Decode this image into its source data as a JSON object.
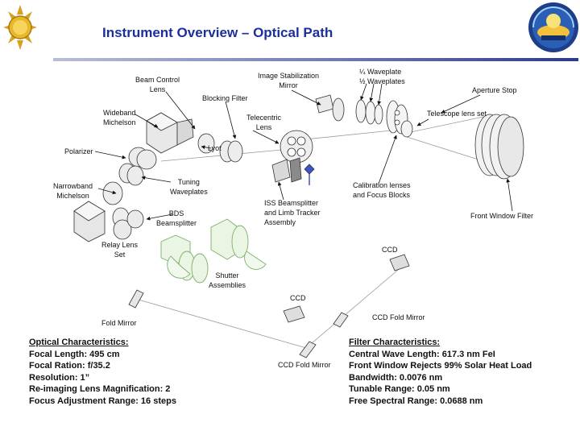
{
  "slide": {
    "title": "Instrument Overview – Optical Path"
  },
  "logos": {
    "left": {
      "icon": "nso-sun-emblem-icon",
      "color": "#d6a21c"
    },
    "right": {
      "icon": "solar-dynamics-observatory-emblem-icon",
      "color": "#1d3f8a"
    }
  },
  "labels": {
    "beam_control_lens": "Beam Control\nLens",
    "image_stabilization_mirror": "Image Stabilization\nMirror",
    "waveplates": "¼ Waveplate\n½ Waveplates",
    "aperture_stop": "Aperture Stop",
    "blocking_filter": "Blocking Filter",
    "wideband_michelson": "Wideband\nMichelson",
    "telecentric_lens": "Telecentric\nLens",
    "telescope_lens_set": "Telescope lens set",
    "lyot": "Lyot",
    "polarizer": "Polarizer",
    "tuning_waveplates": "Tuning\nWaveplates",
    "narrowband_michelson": "Narrowband\nMichelson",
    "calibration_lenses": "Calibration lenses\nand Focus Blocks",
    "iss_beamsplitter": "ISS Beamsplitter\nand Limb Tracker\nAssembly",
    "bds_beamsplitter": "BDS\nBeamsplitter",
    "front_window_filter": "Front Window Filter",
    "relay_lens_set": "Relay Lens\nSet",
    "ccd_upper": "CCD",
    "shutter_assemblies": "Shutter\nAssemblies",
    "ccd_middle": "CCD",
    "ccd_fold_mirror_right": "CCD Fold Mirror",
    "fold_mirror": "Fold Mirror",
    "ccd_fold_mirror_bottom": "CCD Fold Mirror"
  },
  "optical": {
    "heading": "Optical Characteristics:",
    "lines": [
      "Focal Length: 495 cm",
      "Focal Ration: f/35.2",
      "Resolution: 1”",
      "Re-imaging Lens Magnification: 2",
      "Focus Adjustment Range: 16 steps"
    ]
  },
  "filter": {
    "heading": "Filter Characteristics:",
    "lines": [
      "Central Wave Length: 617.3 nm FeI",
      "Front Window Rejects 99% Solar Heat Load",
      "Bandwidth: 0.0076 nm",
      "Tunable Range: 0.05 nm",
      "Free Spectral Range: 0.0688 nm"
    ]
  }
}
